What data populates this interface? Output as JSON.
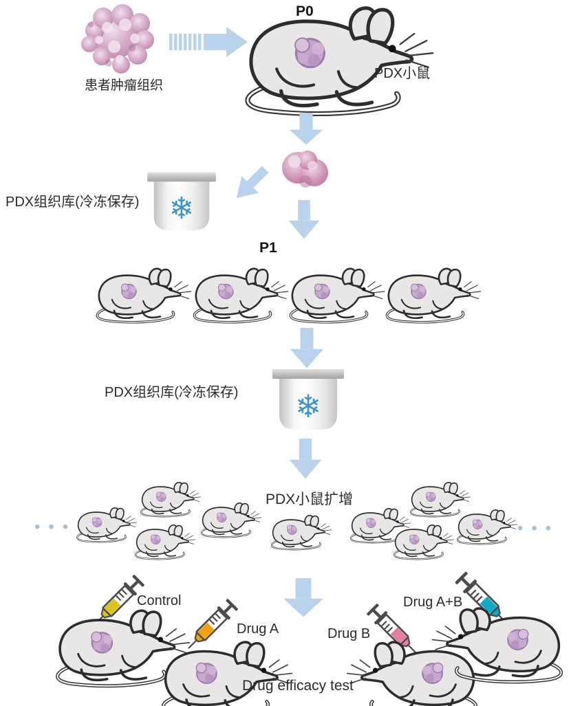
{
  "labels": {
    "patient_tumor": "患者肿瘤组织",
    "p0": "P0",
    "pdx_mouse": "PDX小鼠",
    "tissue_bank_1": "PDX组织库(冷冻保存)",
    "p1": "P1",
    "tissue_bank_2": "PDX组织库(冷冻保存)",
    "expansion": "PDX小鼠扩增",
    "control": "Control",
    "drug_a": "Drug A",
    "drug_b": "Drug B",
    "drug_ab": "Drug A+B",
    "efficacy": "Drug efficacy test"
  },
  "icons": {
    "snowflake": "❄",
    "ellipsis": "•••"
  },
  "colors": {
    "arrow": "#b9d3ec",
    "snowflake": "#3e96c8",
    "mouse_body": "#e8e7e5",
    "mouse_outline": "#2d2d2d",
    "tumor": "#c6a5cd",
    "control_fluid": "#dcc41c",
    "drug_a_fluid": "#f2a30b",
    "drug_b_fluid": "#e57f9f",
    "drug_ab_fluid": "#12a9c6",
    "text": "#2b2b2b"
  },
  "counts": {
    "p0_mice": 1,
    "p1_mice": 4,
    "expansion_mice": 9,
    "treatment_groups": 4
  }
}
